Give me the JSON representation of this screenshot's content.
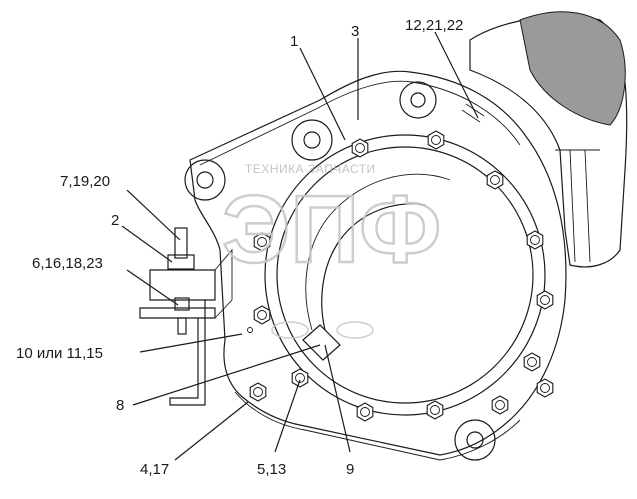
{
  "watermark": {
    "text": "ТЕХНИКА ЗАПЧАСТИ",
    "logo": "ЭПФ"
  },
  "callouts": [
    {
      "id": "c1",
      "label": "1"
    },
    {
      "id": "c3",
      "label": "3"
    },
    {
      "id": "c12",
      "label": "12,21,22"
    },
    {
      "id": "c7",
      "label": "7,19,20"
    },
    {
      "id": "c2",
      "label": "2"
    },
    {
      "id": "c6",
      "label": "6,16,18,23"
    },
    {
      "id": "c10",
      "label": "10 или 11,15"
    },
    {
      "id": "c8",
      "label": "8"
    },
    {
      "id": "c4",
      "label": "4,17"
    },
    {
      "id": "c5",
      "label": "5,13"
    },
    {
      "id": "c9",
      "label": "9"
    }
  ]
}
